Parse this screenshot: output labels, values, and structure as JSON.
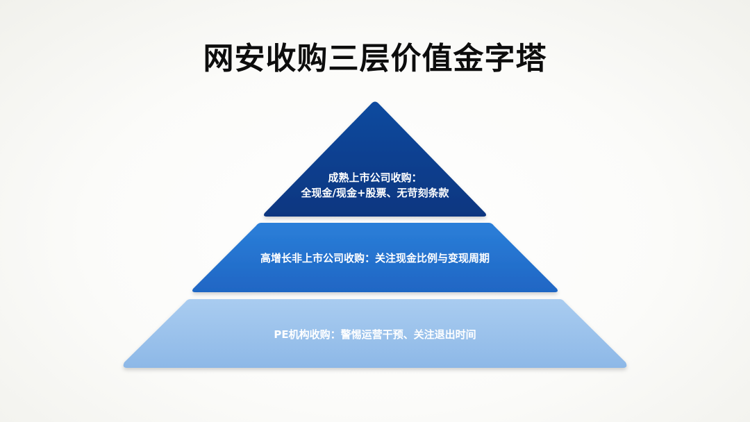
{
  "title": "网安收购三层价值金字塔",
  "tiers": [
    {
      "label_lines": [
        "成熟上市公司收购：",
        "全现金/现金+股票、无苛刻条款"
      ],
      "color": "#0a3c8c"
    },
    {
      "label_lines": [
        "高增长非上市公司收购：关注现金比例与变现周期"
      ],
      "color": "#2673d2"
    },
    {
      "label_lines": [
        "PE机构收购：警惕运营干预、关注退出时间"
      ],
      "color": "#9cc3ec"
    }
  ]
}
